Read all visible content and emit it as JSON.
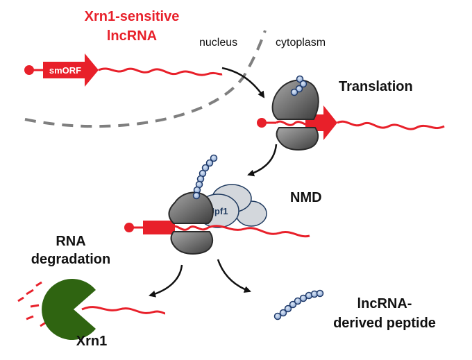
{
  "labels": {
    "lncrna_title_line1": "Xrn1-sensitive",
    "lncrna_title_line2": "lncRNA",
    "nucleus": "nucleus",
    "cytoplasm": "cytoplasm",
    "smorf": "smORF",
    "translation": "Translation",
    "nmd": "NMD",
    "upf1": "Upf1",
    "rna_degradation_line1": "RNA",
    "rna_degradation_line2": "degradation",
    "xrn1": "Xrn1",
    "peptide_line1": "lncRNA-",
    "peptide_line2": "derived peptide"
  },
  "colors": {
    "rna": "#e8202a",
    "ribosome": "#7a7a7a",
    "ribosome_outline": "#2a2a2a",
    "peptide_bead": "#9bb4da",
    "peptide_outline": "#1f3a6a",
    "upf1_fill": "#d3d7dc",
    "upf1_outline": "#1f3a5f",
    "xrn1": "#2f6411",
    "membrane": "#7f7f7f",
    "arrow": "#111111"
  },
  "icons": {
    "xrn1": "pacman-enzyme-icon",
    "ribosome": "ribosome-icon",
    "peptide": "bead-chain-icon"
  }
}
